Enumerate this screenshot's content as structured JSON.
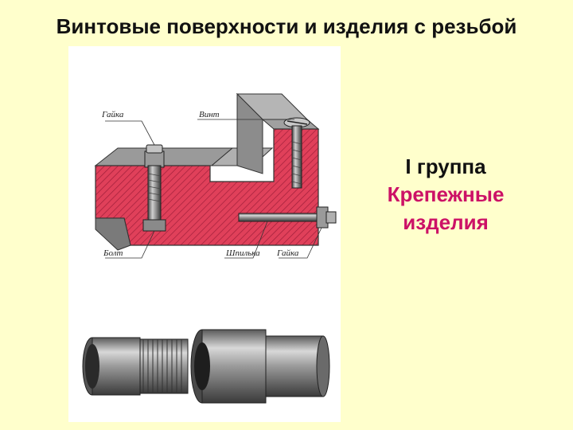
{
  "slide": {
    "title": "Винтовые поверхности и изделия с резьбой"
  },
  "figure": {
    "labels": {
      "nut_top": "Гайка",
      "screw": "Винт",
      "bolt": "Болт",
      "stud": "Шпилька",
      "nut_bottom": "Гайка"
    }
  },
  "group": {
    "title": "I группа",
    "subtitle_line1": "Крепежные",
    "subtitle_line2": "изделия"
  },
  "colors": {
    "background": "#ffffcc",
    "accent": "#cc1166",
    "section_fill": "#e0405a",
    "metal": "#8a8a8a"
  }
}
